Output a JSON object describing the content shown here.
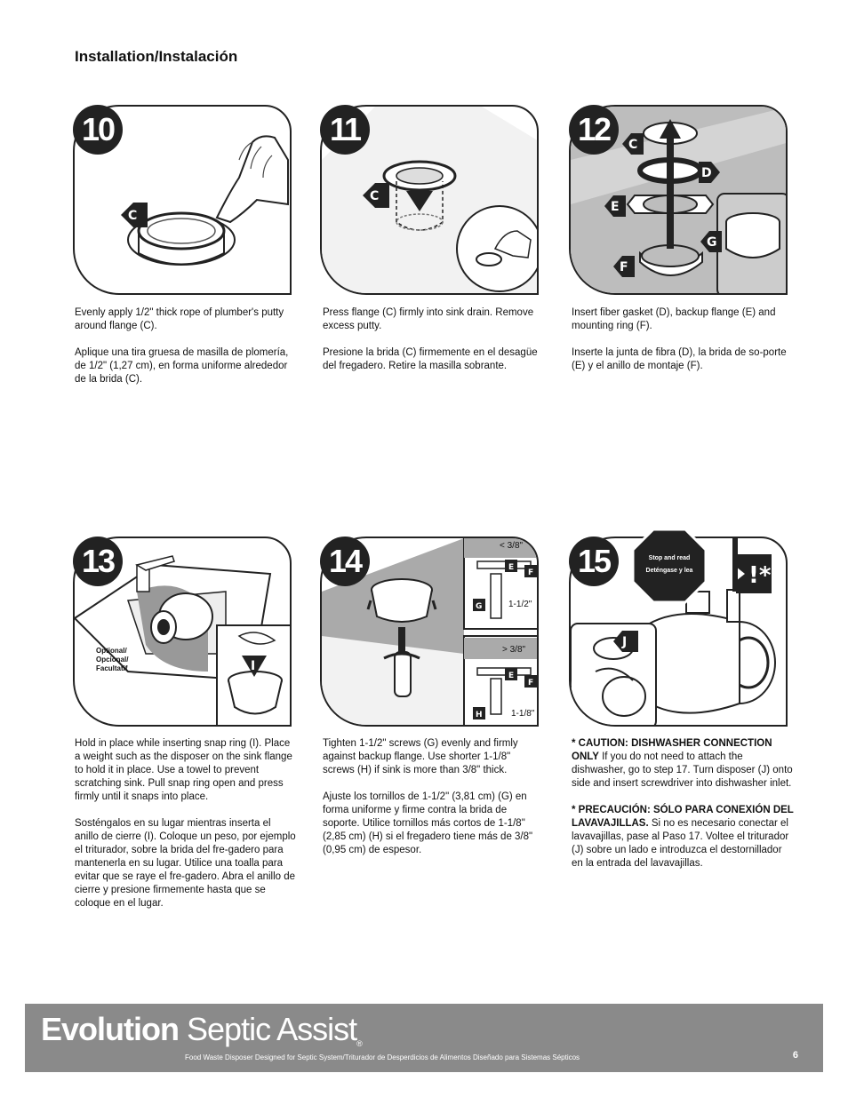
{
  "heading": "Installation/Instalación",
  "steps": [
    {
      "num": "10",
      "labels": [
        "C"
      ],
      "en": "Evenly apply 1/2\" thick rope of plumber's putty around flange (C).",
      "es": "Aplique una tira gruesa de masilla de plomería, de 1/2\" (1,27 cm), en forma uniforme alrededor de la brida (C)."
    },
    {
      "num": "11",
      "labels": [
        "C"
      ],
      "en": "Press flange (C) firmly into sink drain. Remove excess putty.",
      "es": "Presione la brida (C) firmemente en el desagüe del fregadero. Retire la masilla sobrante."
    },
    {
      "num": "12",
      "labels": [
        "C",
        "D",
        "E",
        "F",
        "G"
      ],
      "en": "Insert fiber gasket (D), backup flange (E) and mounting ring (F).",
      "es": "Inserte la junta de fibra (D), la brida de so-porte (E) y el anillo de montaje (F)."
    },
    {
      "num": "13",
      "labels": [
        "I"
      ],
      "optional": [
        "Optional/",
        "Opcional/",
        "Facultatif"
      ],
      "en": "Hold in place while inserting snap ring (I). Place a weight such as the disposer on the sink flange to hold it in place. Use a towel to prevent scratching sink. Pull snap ring open and press firmly until it snaps into place.",
      "es": "Sosténgalos en su lugar mientras inserta el anillo de cierre (I). Coloque un peso, por ejemplo el triturador, sobre la brida del fre-gadero para mantenerla en su lugar. Utilice una toalla para evitar que se raye el fre-gadero. Abra el anillo de cierre y presione firmemente hasta que se coloque en el lugar."
    },
    {
      "num": "14",
      "labels": [
        "E",
        "F",
        "G",
        "E",
        "F",
        "H"
      ],
      "dims": [
        "< 3/8\"",
        "1-1/2\"",
        "> 3/8\"",
        "1-1/8\""
      ],
      "en": "Tighten 1-1/2\" screws (G) evenly and firmly against backup flange. Use shorter 1-1/8\" screws (H) if sink is more than 3/8\" thick.",
      "es": "Ajuste los tornillos de 1-1/2\" (3,81 cm) (G) en forma uniforme y firme contra la brida de soporte. Utilice tornillos más cortos de 1-1/8\" (2,85 cm) (H) si el fregadero tiene más de 3/8\" (0,95 cm) de espesor."
    },
    {
      "num": "15",
      "labels": [
        "J"
      ],
      "stop": [
        "Stop and read",
        "Deténgase y lea"
      ],
      "caution_mark": "!*",
      "en_bold": "* CAUTION: DISHWASHER CONNECTION ONLY",
      "en": " If you do not need to attach the dishwasher, go to step 17. Turn disposer (J) onto side and insert screwdriver into dishwasher inlet.",
      "es_bold": "* PRECAUCIÓN: SÓLO PARA CONEXIÓN DEL LAVAVAJILLAS.",
      "es": " Si no es necesario conectar el lavavajillas, pase al Paso 17. Voltee el triturador (J) sobre un lado e introduzca el destornillador en la entrada del lavavajillas."
    }
  ],
  "footer": {
    "brand_bold": "Evolution",
    "brand_light": "Septic Assist",
    "registered": "®",
    "tagline": "Food Waste Disposer Designed for Septic System/Triturador de Desperdicios de Alimentos Diseñado para Sistemas Sépticos",
    "page": "6"
  }
}
